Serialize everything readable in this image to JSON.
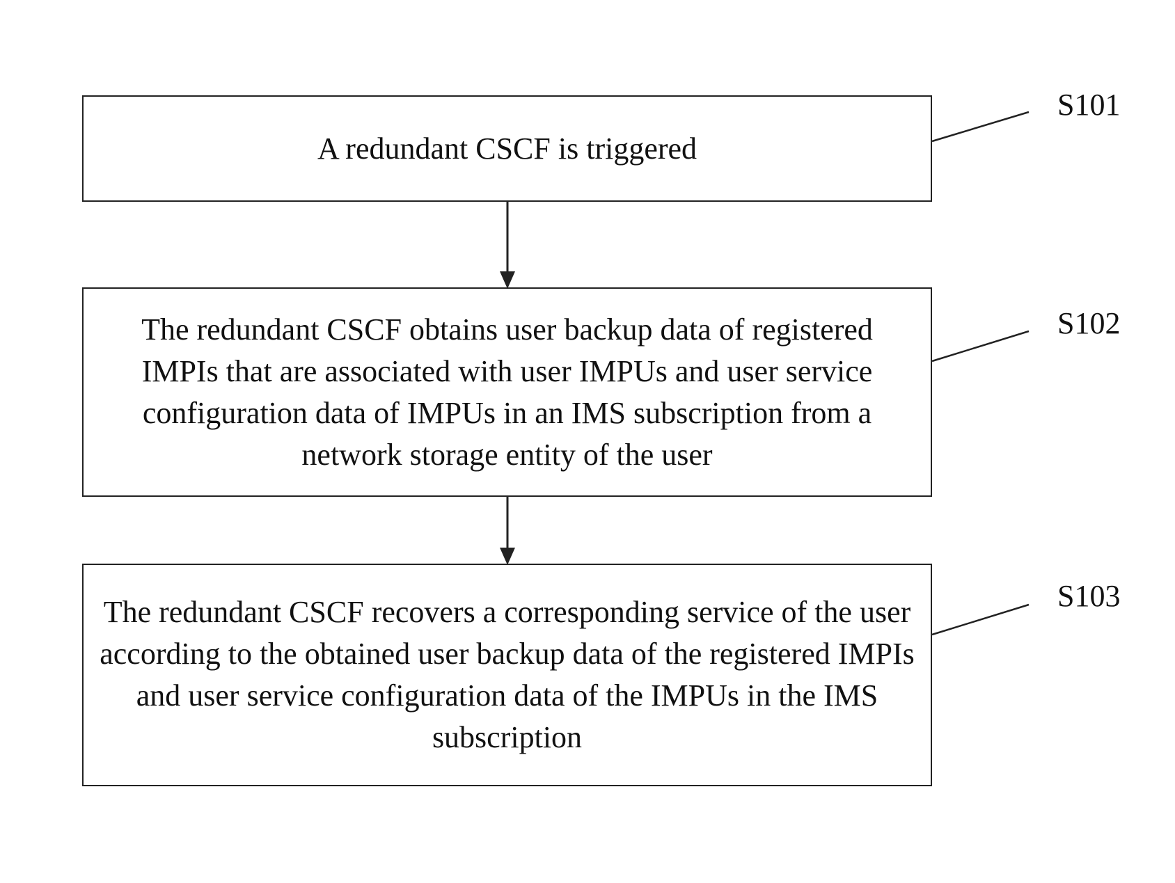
{
  "steps": [
    {
      "id": "S101",
      "label": "S101",
      "text": "A redundant CSCF is triggered"
    },
    {
      "id": "S102",
      "label": "S102",
      "text": "The redundant CSCF obtains user backup data of registered IMPIs that are associated with user IMPUs and user service configuration data of IMPUs in an IMS subscription from a network storage entity of the user"
    },
    {
      "id": "S103",
      "label": "S103",
      "text": "The redundant CSCF recovers a corresponding service of the user according to the obtained user backup data of the registered IMPIs and user service configuration data of the IMPUs in the IMS subscription"
    }
  ],
  "colors": {
    "line": "#222222",
    "text": "#111111",
    "background": "#ffffff"
  }
}
